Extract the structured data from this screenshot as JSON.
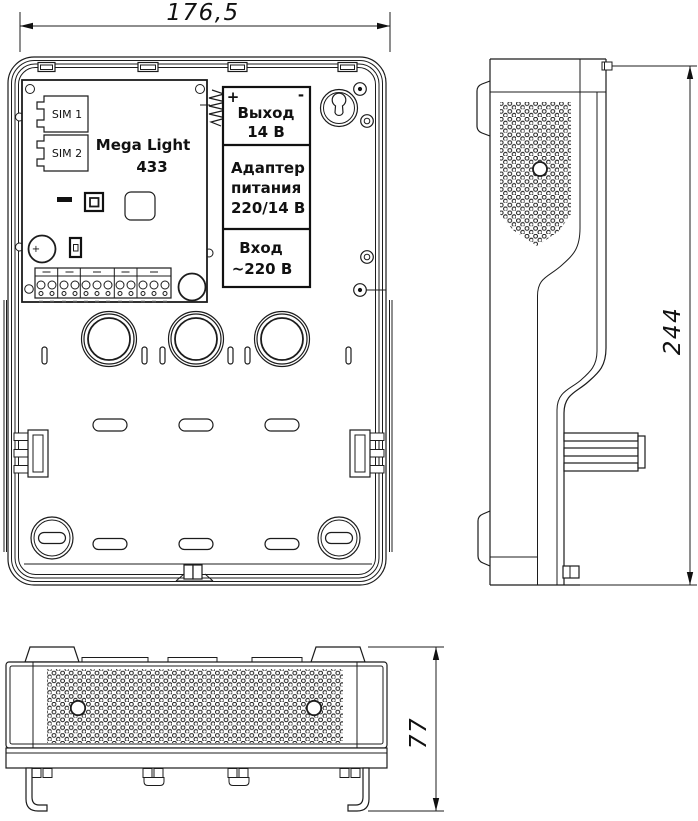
{
  "dimensions": {
    "width": "176,5",
    "height": "244",
    "depth": "77"
  },
  "front_view": {
    "pcb": {
      "sim1": "SIM 1",
      "sim2": "SIM 2",
      "model_line1": "Mega Light",
      "model_line2": "433",
      "battery_polarity": "+"
    },
    "label_block": {
      "plus": "+",
      "minus": "-",
      "output_line1": "Выход",
      "output_line2": "14 В",
      "adapter_line1": "Адаптер",
      "adapter_line2": "питания",
      "adapter_line3": "220/14 В",
      "input_line1": "Вход",
      "input_line2": "~220 В"
    }
  }
}
